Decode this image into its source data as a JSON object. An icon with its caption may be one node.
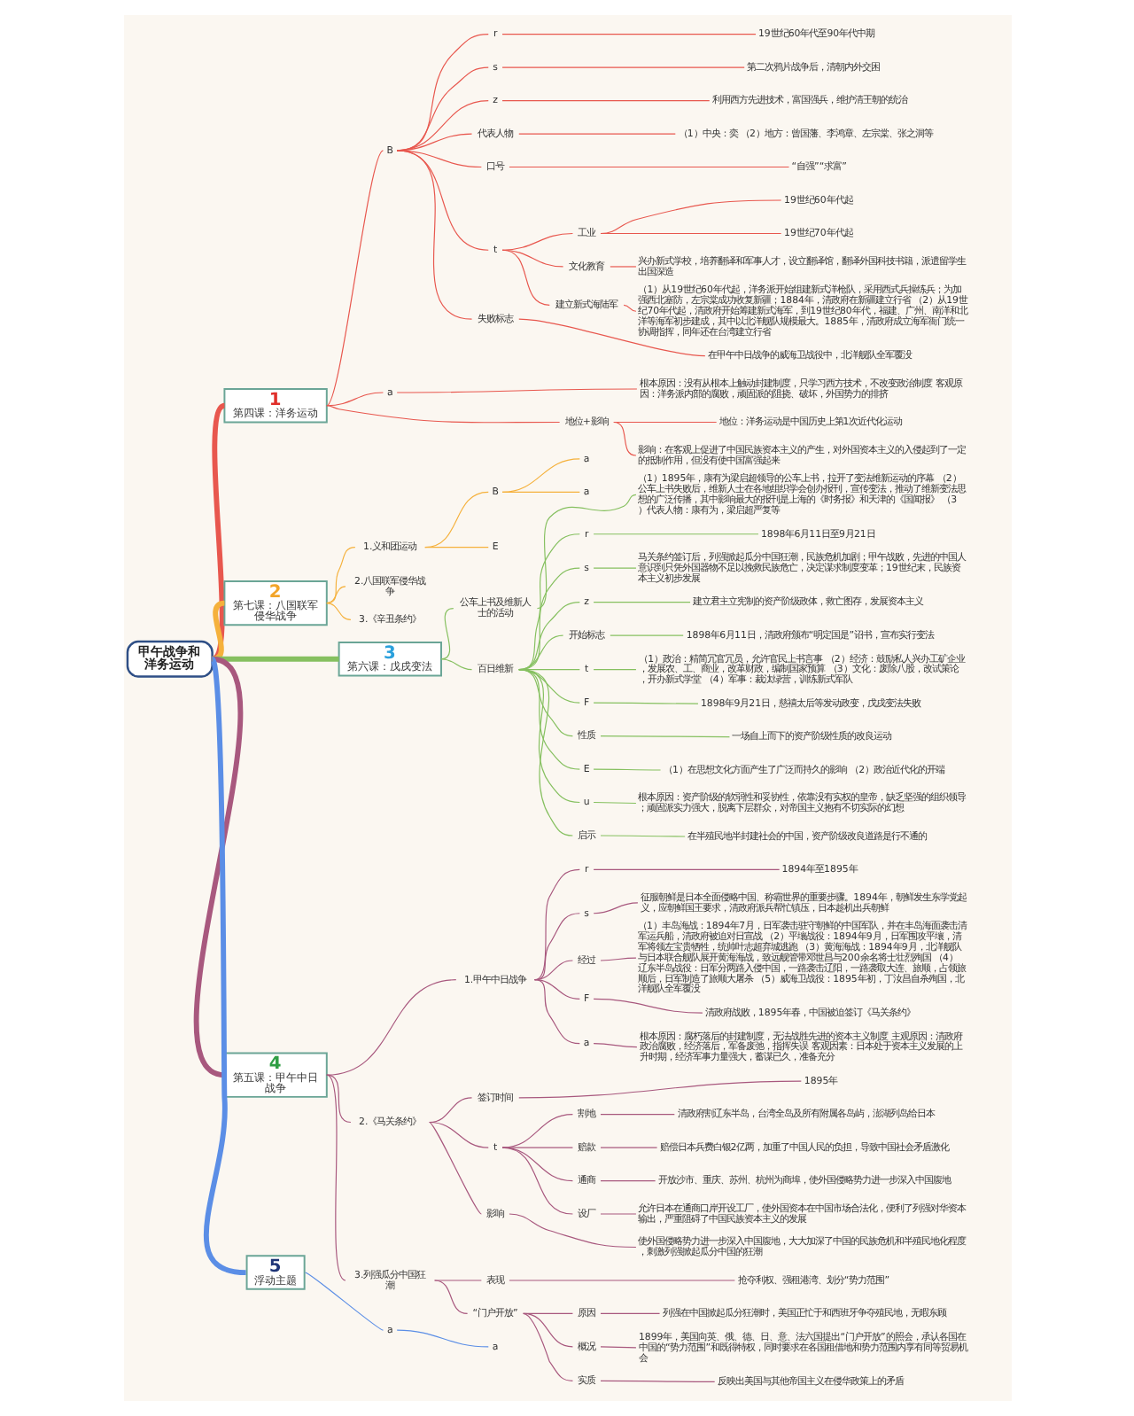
{
  "diagram": {
    "nodes": [
      {
        "text": [
          "甲午战争和洋务运动"
        ]
      },
      {
        "text": [
          "1",
          "第四课：洋务运动"
        ]
      },
      {
        "text": [
          "B"
        ]
      },
      {
        "text": [
          "r"
        ]
      },
      {
        "text": [
          "19世纪60年代至90年代中期"
        ]
      },
      {
        "text": [
          "s"
        ]
      },
      {
        "text": [
          "第二次鸦片战争后，清朝内外交困"
        ]
      },
      {
        "text": [
          "z"
        ]
      },
      {
        "text": [
          "利用西方先进技术，富国强兵，维护清王朝的统治"
        ]
      },
      {
        "text": [
          "代表人物"
        ]
      },
      {
        "text": [
          "（1）中央：奕 （2）地方：曾国藩、李鸿章、左宗棠、张之洞等"
        ]
      },
      {
        "text": [
          "口号"
        ]
      },
      {
        "text": [
          "“自强”“求富”"
        ]
      },
      {
        "text": [
          "t"
        ]
      },
      {
        "text": [
          "工业"
        ]
      },
      {
        "text": [
          "19世纪60年代起"
        ]
      },
      {
        "text": [
          "19世纪70年代起"
        ]
      },
      {
        "text": [
          "文化教育"
        ]
      },
      {
        "text": [
          "兴办新式学校，培养翻译和军事人才，设立翻译馆，翻译外国科技书籍，派遣留学生出国深造"
        ]
      },
      {
        "text": [
          "建立新式海陆军"
        ]
      },
      {
        "text": [
          "（1）从19世纪60年代起，洋务派开始组建新式洋枪队，采用西式兵操练兵；为加强西北塞防，左宗棠成功收复新疆；1884年，清政府在新疆建立行省 （2）从19世纪70年代起，清政府开始筹建新式海军，到19世纪80年代，福建、广州、南洋和北洋等海军初步建成，其中以北洋舰队规模最大。1885年，清政府成立海军衙门统一协调指挥，同年还在台湾建立行省"
        ]
      },
      {
        "text": [
          "失败标志"
        ]
      },
      {
        "text": [
          "在甲午中日战争的威海卫战役中，北洋舰队全军覆没"
        ]
      },
      {
        "text": [
          "a"
        ]
      },
      {
        "text": [
          "根本原因：没有从根本上触动封建制度，只学习西方技术，不改变政治制度 客观原因：洋务派内部的腐败，顽固派的阻挠、破坏，外国势力的排挤"
        ]
      },
      {
        "text": [
          "地位+影响"
        ]
      },
      {
        "text": [
          "地位：洋务运动是中国历史上第1次近代化运动"
        ]
      },
      {
        "text": [
          "影响：在客观上促进了中国民族资本主义的产生，对外国资本主义的入侵起到了一定的抵制作用，但没有使中国富强起来"
        ]
      },
      {
        "text": [
          "2",
          "第七课：八国联军侵华战争"
        ]
      },
      {
        "text": [
          "1.义和团运动"
        ]
      },
      {
        "text": [
          "B"
        ]
      },
      {
        "text": [
          "a"
        ]
      },
      {
        "text": [
          "a"
        ]
      },
      {
        "text": [
          "E"
        ]
      },
      {
        "text": [
          "2.八国联军侵华战争"
        ]
      },
      {
        "text": [
          "3.《辛丑条约》"
        ]
      },
      {
        "text": [
          "3",
          "第六课：戊戌变法"
        ]
      },
      {
        "text": [
          "公车上书及维新人士的活动"
        ]
      },
      {
        "text": [
          "（1）1895年，康有为梁启超领导的公车上书，拉开了变法维新运动的序幕 （2）公车上书失败后，维新人士在各地组织学会创办报刊，宣传变法，推动了维新变法思想的广泛传播，其中影响最大的报刊是上海的《时务报》和天津的《国闻报》 （3）代表人物：康有为，梁启超严复等"
        ]
      },
      {
        "text": [
          "百日维新"
        ]
      },
      {
        "text": [
          "r"
        ]
      },
      {
        "text": [
          "1898年6月11日至9月21日"
        ]
      },
      {
        "text": [
          "s"
        ]
      },
      {
        "text": [
          "马关条约签订后，列强掀起瓜分中国狂潮，民族危机加剧；甲午战败，先进的中国人意识到只凭外国器物不足以挽救民族危亡，决定谋求制度变革；19世纪末，民族资本主义初步发展"
        ]
      },
      {
        "text": [
          "z"
        ]
      },
      {
        "text": [
          "建立君主立宪制的资产阶级政体，救亡图存，发展资本主义"
        ]
      },
      {
        "text": [
          "开始标志"
        ]
      },
      {
        "text": [
          "1898年6月11日，清政府颁布“明定国是”诏书，宣布实行变法"
        ]
      },
      {
        "text": [
          "t"
        ]
      },
      {
        "text": [
          "（1）政治：精简冗官冗员，允许官民上书言事 （2）经济：鼓励私人兴办工矿企业，发展农、工、商业，改革财政，编制国家预算 （3）文化：废除八股，改试策论，开办新式学堂 （4）军事：裁汰绿营，训练新式军队"
        ]
      },
      {
        "text": [
          "F"
        ]
      },
      {
        "text": [
          "1898年9月21日，慈禧太后等发动政变，戊戌变法失败"
        ]
      },
      {
        "text": [
          "性质"
        ]
      },
      {
        "text": [
          "一场自上而下的资产阶级性质的改良运动"
        ]
      },
      {
        "text": [
          "E"
        ]
      },
      {
        "text": [
          "（1）在思想文化方面产生了广泛而持久的影响 （2）政治近代化的开端"
        ]
      },
      {
        "text": [
          "u"
        ]
      },
      {
        "text": [
          "根本原因：资产阶级的软弱性和妥协性，依靠没有实权的皇帝，缺乏坚强的组织领导；顽固派实力强大，脱离下层群众，对帝国主义抱有不切实际的幻想"
        ]
      },
      {
        "text": [
          "启示"
        ]
      },
      {
        "text": [
          "在半殖民地半封建社会的中国，资产阶级改良道路是行不通的"
        ]
      },
      {
        "text": [
          "4",
          "第五课：甲午中日战争"
        ]
      },
      {
        "text": [
          "1.甲午中日战争"
        ]
      },
      {
        "text": [
          "r"
        ]
      },
      {
        "text": [
          "1894年至1895年"
        ]
      },
      {
        "text": [
          "s"
        ]
      },
      {
        "text": [
          "征服朝鲜是日本全面侵略中国、称霸世界的重要步骤。1894年，朝鲜发生东学党起义，应朝鲜国王要求，清政府派兵帮忙镇压，日本趁机出兵朝鲜"
        ]
      },
      {
        "text": [
          "经过"
        ]
      },
      {
        "text": [
          "（1）丰岛海战：1894年7月，日军袭击驻守朝鲜的中国军队，并在丰岛海面袭击清军运兵船，清政府被迫对日宣战 （2）平壤战役：1894年9月，日军围攻平壤，清军将领左宝贵牺牲，统帅叶志超弃城逃跑 （3）黄海海战：1894年9月，北洋舰队与日本联合舰队展开黄海海战，致远舰管带邓世昌与200余名将士壮烈殉国 （4）辽东半岛战役：日军分两路入侵中国，一路袭击辽阳，一路袭取大连、旅顺，占领旅顺后，日军制造了旅顺大屠杀 （5）威海卫战役：1895年初，丁汝昌自杀殉国，北洋舰队全军覆没"
        ]
      },
      {
        "text": [
          "F"
        ]
      },
      {
        "text": [
          "清政府战败，1895年春，中国被迫签订《马关条约》"
        ]
      },
      {
        "text": [
          "a"
        ]
      },
      {
        "text": [
          "根本原因：腐朽落后的封建制度，无法战胜先进的资本主义制度 主观原因：清政府政治腐败，经济落后，军备废弛，指挥失误 客观因素：日本处于资本主义发展的上升时期，经济军事力量强大，蓄谋已久，准备充分"
        ]
      },
      {
        "text": [
          "2.《马关条约》"
        ]
      },
      {
        "text": [
          "签订时间"
        ]
      },
      {
        "text": [
          "1895年"
        ]
      },
      {
        "text": [
          "t"
        ]
      },
      {
        "text": [
          "割地"
        ]
      },
      {
        "text": [
          "清政府割辽东半岛，台湾全岛及所有附属各岛屿，澎湖列岛给日本"
        ]
      },
      {
        "text": [
          "赔款"
        ]
      },
      {
        "text": [
          "赔偿日本兵费白银2亿两，加重了中国人民的负担，导致中国社会矛盾激化"
        ]
      },
      {
        "text": [
          "通商"
        ]
      },
      {
        "text": [
          "开放沙市、重庆、苏州、杭州为商埠，使外国侵略势力进一步深入中国腹地"
        ]
      },
      {
        "text": [
          "设厂"
        ]
      },
      {
        "text": [
          "允许日本在通商口岸开设工厂，使外国资本在中国市场合法化，便利了列强对华资本输出，严重阻碍了中国民族资本主义的发展"
        ]
      },
      {
        "text": [
          "影响"
        ]
      },
      {
        "text": [
          "使外国侵略势力进一步深入中国腹地，大大加深了中国的民族危机和半殖民地化程度，刺激列强掀起瓜分中国的狂潮"
        ]
      },
      {
        "text": [
          "3.列强瓜分中国狂潮"
        ]
      },
      {
        "text": [
          "表现"
        ]
      },
      {
        "text": [
          "抢夺利权、强租港湾、划分“势力范围”"
        ]
      },
      {
        "text": [
          "“门户开放”"
        ]
      },
      {
        "text": [
          "原因"
        ]
      },
      {
        "text": [
          "列强在中国掀起瓜分狂潮时，美国正忙于和西班牙争夺殖民地，无暇东顾"
        ]
      },
      {
        "text": [
          "概况"
        ]
      },
      {
        "text": [
          "1899年，美国向英、俄、德、日、意、法六国提出“门户开放”的照会，承认各国在中国的“势力范围”和既得特权，同时要求在各国租借地和势力范围内享有同等贸易机会"
        ]
      },
      {
        "text": [
          "实质"
        ]
      },
      {
        "text": [
          "反映出美国与其他帝国主义在侵华政策上的矛盾"
        ]
      },
      {
        "text": [
          "5",
          "浮动主题"
        ]
      },
      {
        "text": [
          "a"
        ]
      },
      {
        "text": [
          "a"
        ]
      }
    ],
    "edges": [
      {
        "from": 0,
        "to": 1,
        "arrow": "none",
        "style": "thick",
        "color": "#e8574e"
      },
      {
        "from": 1,
        "to": 2,
        "arrow": "none",
        "color": "#e8574e"
      },
      {
        "from": 2,
        "to": 3,
        "arrow": "none",
        "color": "#e8574e"
      },
      {
        "from": 3,
        "to": 4,
        "arrow": "none",
        "color": "#e8574e"
      },
      {
        "from": 2,
        "to": 5,
        "arrow": "none",
        "color": "#e8574e"
      },
      {
        "from": 5,
        "to": 6,
        "arrow": "none",
        "color": "#e8574e"
      },
      {
        "from": 2,
        "to": 7,
        "arrow": "none",
        "color": "#e8574e"
      },
      {
        "from": 7,
        "to": 8,
        "arrow": "none",
        "color": "#e8574e"
      },
      {
        "from": 2,
        "to": 9,
        "arrow": "none",
        "color": "#e8574e"
      },
      {
        "from": 9,
        "to": 10,
        "arrow": "none",
        "color": "#e8574e"
      },
      {
        "from": 2,
        "to": 11,
        "arrow": "none",
        "color": "#e8574e"
      },
      {
        "from": 11,
        "to": 12,
        "arrow": "none",
        "color": "#e8574e"
      },
      {
        "from": 2,
        "to": 13,
        "arrow": "none",
        "color": "#e8574e"
      },
      {
        "from": 13,
        "to": 14,
        "arrow": "none",
        "color": "#e8574e"
      },
      {
        "from": 14,
        "to": 15,
        "arrow": "none",
        "color": "#e8574e"
      },
      {
        "from": 14,
        "to": 16,
        "arrow": "none",
        "color": "#e8574e"
      },
      {
        "from": 13,
        "to": 17,
        "arrow": "none",
        "color": "#e8574e"
      },
      {
        "from": 17,
        "to": 18,
        "arrow": "none",
        "color": "#e8574e"
      },
      {
        "from": 13,
        "to": 19,
        "arrow": "none",
        "color": "#e8574e"
      },
      {
        "from": 19,
        "to": 20,
        "arrow": "none",
        "color": "#e8574e"
      },
      {
        "from": 2,
        "to": 21,
        "arrow": "none",
        "color": "#e8574e"
      },
      {
        "from": 21,
        "to": 22,
        "arrow": "none",
        "color": "#e8574e"
      },
      {
        "from": 1,
        "to": 23,
        "arrow": "none",
        "color": "#e8574e"
      },
      {
        "from": 23,
        "to": 24,
        "arrow": "none",
        "color": "#e8574e"
      },
      {
        "from": 1,
        "to": 25,
        "arrow": "none",
        "color": "#e8574e"
      },
      {
        "from": 25,
        "to": 26,
        "arrow": "none",
        "color": "#e8574e"
      },
      {
        "from": 25,
        "to": 27,
        "arrow": "none",
        "color": "#e8574e"
      },
      {
        "from": 0,
        "to": 28,
        "arrow": "none",
        "style": "thick",
        "color": "#f5b13c"
      },
      {
        "from": 28,
        "to": 29,
        "arrow": "none",
        "color": "#f5b13c"
      },
      {
        "from": 29,
        "to": 30,
        "arrow": "none",
        "color": "#f5b13c"
      },
      {
        "from": 30,
        "to": 31,
        "arrow": "none",
        "color": "#f5b13c"
      },
      {
        "from": 30,
        "to": 32,
        "arrow": "none",
        "color": "#f5b13c"
      },
      {
        "from": 29,
        "to": 33,
        "arrow": "none",
        "color": "#f5b13c"
      },
      {
        "from": 28,
        "to": 34,
        "arrow": "none",
        "color": "#f5b13c"
      },
      {
        "from": 28,
        "to": 35,
        "arrow": "none",
        "color": "#f5b13c"
      },
      {
        "from": 0,
        "to": 36,
        "arrow": "none",
        "style": "thick",
        "color": "#86c060"
      },
      {
        "from": 36,
        "to": 37,
        "arrow": "none",
        "color": "#86c060"
      },
      {
        "from": 37,
        "to": 38,
        "arrow": "none",
        "color": "#86c060"
      },
      {
        "from": 36,
        "to": 39,
        "arrow": "none",
        "color": "#86c060"
      },
      {
        "from": 39,
        "to": 40,
        "arrow": "none",
        "color": "#86c060"
      },
      {
        "from": 40,
        "to": 41,
        "arrow": "none",
        "color": "#86c060"
      },
      {
        "from": 39,
        "to": 42,
        "arrow": "none",
        "color": "#86c060"
      },
      {
        "from": 42,
        "to": 43,
        "arrow": "none",
        "color": "#86c060"
      },
      {
        "from": 39,
        "to": 44,
        "arrow": "none",
        "color": "#86c060"
      },
      {
        "from": 44,
        "to": 45,
        "arrow": "none",
        "color": "#86c060"
      },
      {
        "from": 39,
        "to": 46,
        "arrow": "none",
        "color": "#86c060"
      },
      {
        "from": 46,
        "to": 47,
        "arrow": "none",
        "color": "#86c060"
      },
      {
        "from": 39,
        "to": 48,
        "arrow": "none",
        "color": "#86c060"
      },
      {
        "from": 48,
        "to": 49,
        "arrow": "none",
        "color": "#86c060"
      },
      {
        "from": 39,
        "to": 50,
        "arrow": "none",
        "color": "#86c060"
      },
      {
        "from": 50,
        "to": 51,
        "arrow": "none",
        "color": "#86c060"
      },
      {
        "from": 39,
        "to": 52,
        "arrow": "none",
        "color": "#86c060"
      },
      {
        "from": 52,
        "to": 53,
        "arrow": "none",
        "color": "#86c060"
      },
      {
        "from": 39,
        "to": 54,
        "arrow": "none",
        "color": "#86c060"
      },
      {
        "from": 54,
        "to": 55,
        "arrow": "none",
        "color": "#86c060"
      },
      {
        "from": 39,
        "to": 56,
        "arrow": "none",
        "color": "#86c060"
      },
      {
        "from": 56,
        "to": 57,
        "arrow": "none",
        "color": "#86c060"
      },
      {
        "from": 39,
        "to": 58,
        "arrow": "none",
        "color": "#86c060"
      },
      {
        "from": 58,
        "to": 59,
        "arrow": "none",
        "color": "#86c060"
      },
      {
        "from": 0,
        "to": 60,
        "arrow": "none",
        "style": "thick"
      },
      {
        "from": 60,
        "to": 61,
        "arrow": "none"
      },
      {
        "from": 61,
        "to": 62,
        "arrow": "none"
      },
      {
        "from": 62,
        "to": 63,
        "arrow": "none"
      },
      {
        "from": 61,
        "to": 64,
        "arrow": "none"
      },
      {
        "from": 64,
        "to": 65,
        "arrow": "none"
      },
      {
        "from": 61,
        "to": 66,
        "arrow": "none"
      },
      {
        "from": 66,
        "to": 67,
        "arrow": "none"
      },
      {
        "from": 61,
        "to": 68,
        "arrow": "none"
      },
      {
        "from": 68,
        "to": 69,
        "arrow": "none"
      },
      {
        "from": 61,
        "to": 70,
        "arrow": "none"
      },
      {
        "from": 70,
        "to": 71,
        "arrow": "none"
      },
      {
        "from": 60,
        "to": 72,
        "arrow": "none"
      },
      {
        "from": 72,
        "to": 73,
        "arrow": "none"
      },
      {
        "from": 73,
        "to": 74,
        "arrow": "none"
      },
      {
        "from": 72,
        "to": 75,
        "arrow": "none"
      },
      {
        "from": 75,
        "to": 76,
        "arrow": "none"
      },
      {
        "from": 76,
        "to": 77,
        "arrow": "none"
      },
      {
        "from": 75,
        "to": 78,
        "arrow": "none"
      },
      {
        "from": 78,
        "to": 79,
        "arrow": "none"
      },
      {
        "from": 75,
        "to": 80,
        "arrow": "none"
      },
      {
        "from": 80,
        "to": 81,
        "arrow": "none"
      },
      {
        "from": 75,
        "to": 82,
        "arrow": "none"
      },
      {
        "from": 82,
        "to": 83,
        "arrow": "none"
      },
      {
        "from": 72,
        "to": 84,
        "arrow": "none"
      },
      {
        "from": 84,
        "to": 85,
        "arrow": "none"
      },
      {
        "from": 60,
        "to": 86,
        "arrow": "none"
      },
      {
        "from": 86,
        "to": 87,
        "arrow": "none"
      },
      {
        "from": 87,
        "to": 88,
        "arrow": "none"
      },
      {
        "from": 86,
        "to": 89,
        "arrow": "none"
      },
      {
        "from": 89,
        "to": 90,
        "arrow": "none"
      },
      {
        "from": 90,
        "to": 91,
        "arrow": "none"
      },
      {
        "from": 89,
        "to": 92,
        "arrow": "none"
      },
      {
        "from": 92,
        "to": 93,
        "arrow": "none"
      },
      {
        "from": 89,
        "to": 94,
        "arrow": "none"
      },
      {
        "from": 94,
        "to": 95,
        "arrow": "none"
      },
      {
        "from": 0,
        "to": 96,
        "arrow": "none",
        "style": "thick",
        "color": "#5b8ee6"
      },
      {
        "from": 96,
        "to": 97,
        "arrow": "none",
        "color": "#5b8ee6"
      },
      {
        "from": 97,
        "to": 98,
        "arrow": "none",
        "color": "#5b8ee6"
      }
    ]
  }
}
